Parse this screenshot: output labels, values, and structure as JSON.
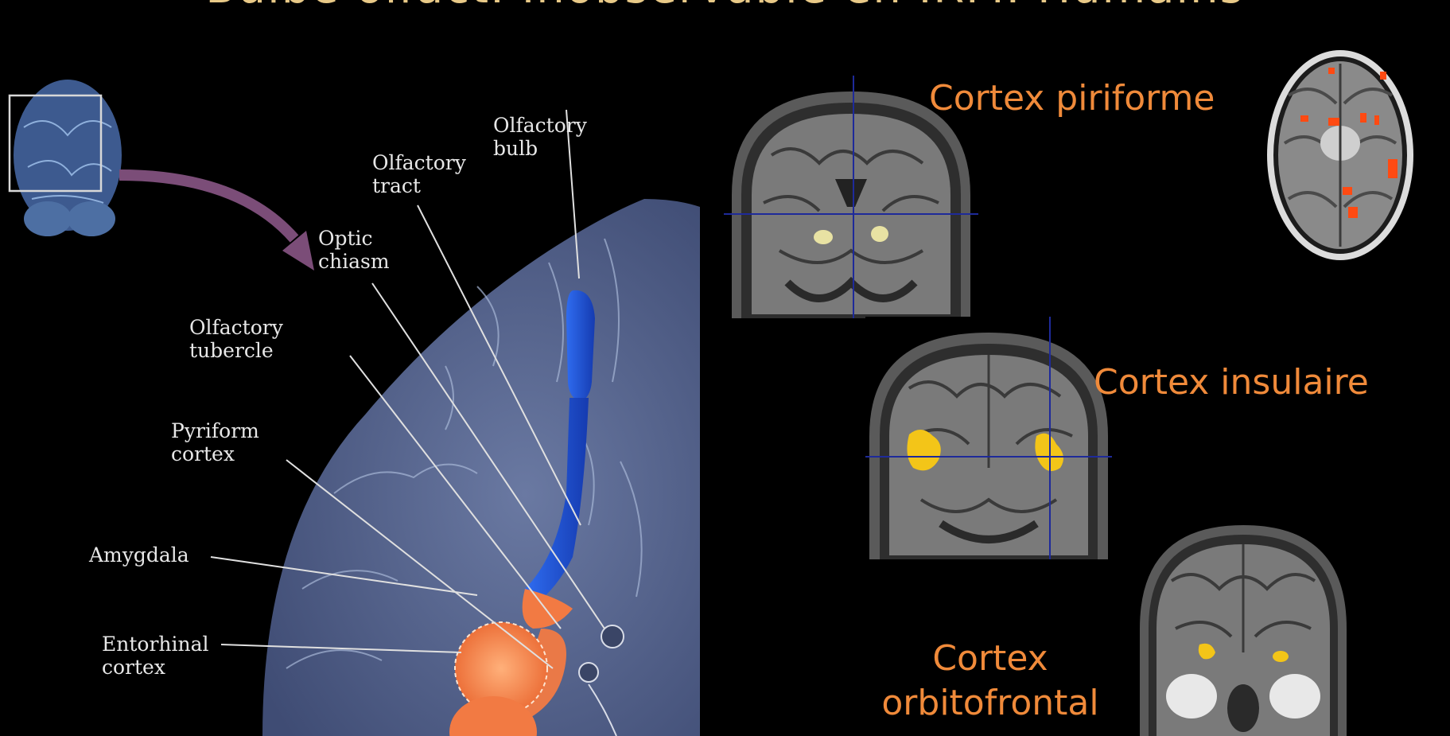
{
  "slide": {
    "title": "Bulbe olfact. Inobservable en IRM. Humains"
  },
  "anatomy": {
    "labels": {
      "olfactory_bulb": "Olfactory bulb",
      "olfactory_tract": "Olfactory tract",
      "optic_chiasm": "Optic chiasm",
      "olfactory_tubercle": "Olfactory tubercle",
      "pyriform_cortex": "Pyriform cortex",
      "amygdala": "Amygdala",
      "entorhinal_cortex": "Entorhinal cortex"
    },
    "colors": {
      "brain": "#5b6a93",
      "olfactory": "#1f57d6",
      "cortex_regions": "#f27a43",
      "arrow": "#7b4d78"
    }
  },
  "mri": {
    "annotations": {
      "piriform": "Cortex piriforme",
      "insular": "Cortex insulaire",
      "orbitofrontal": "Cortex orbitofrontal"
    },
    "colors": {
      "activation_yellow": "#f3c518",
      "activation_pale": "#e8e2a3",
      "activation_red": "#ff4a12",
      "crosshair": "#1e2a9a"
    }
  }
}
